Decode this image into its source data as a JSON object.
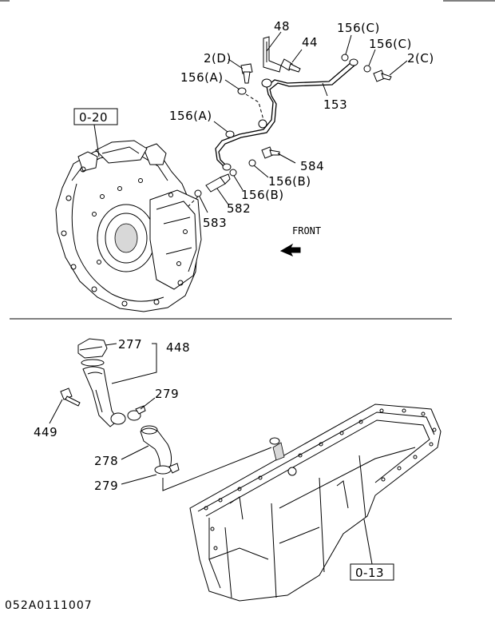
{
  "diagram": {
    "upper": {
      "labels": {
        "p48": "48",
        "p44": "44",
        "p156c_top": "156(C)",
        "p156c_right": "156(C)",
        "p2c": "2(C)",
        "p2d": "2(D)",
        "p156a_top": "156(A)",
        "p153": "153",
        "p156a_mid": "156(A)",
        "p584": "584",
        "p156b_1": "156(B)",
        "p156b_2": "156(B)",
        "p582": "582",
        "p583": "583"
      },
      "ref_box": "0-20",
      "front_label": "FRONT"
    },
    "lower": {
      "labels": {
        "p277": "277",
        "p448": "448",
        "p279_top": "279",
        "p449": "449",
        "p278": "278",
        "p279_bottom": "279"
      },
      "ref_box": "0-13"
    },
    "drawing_code": "052A0111007"
  }
}
